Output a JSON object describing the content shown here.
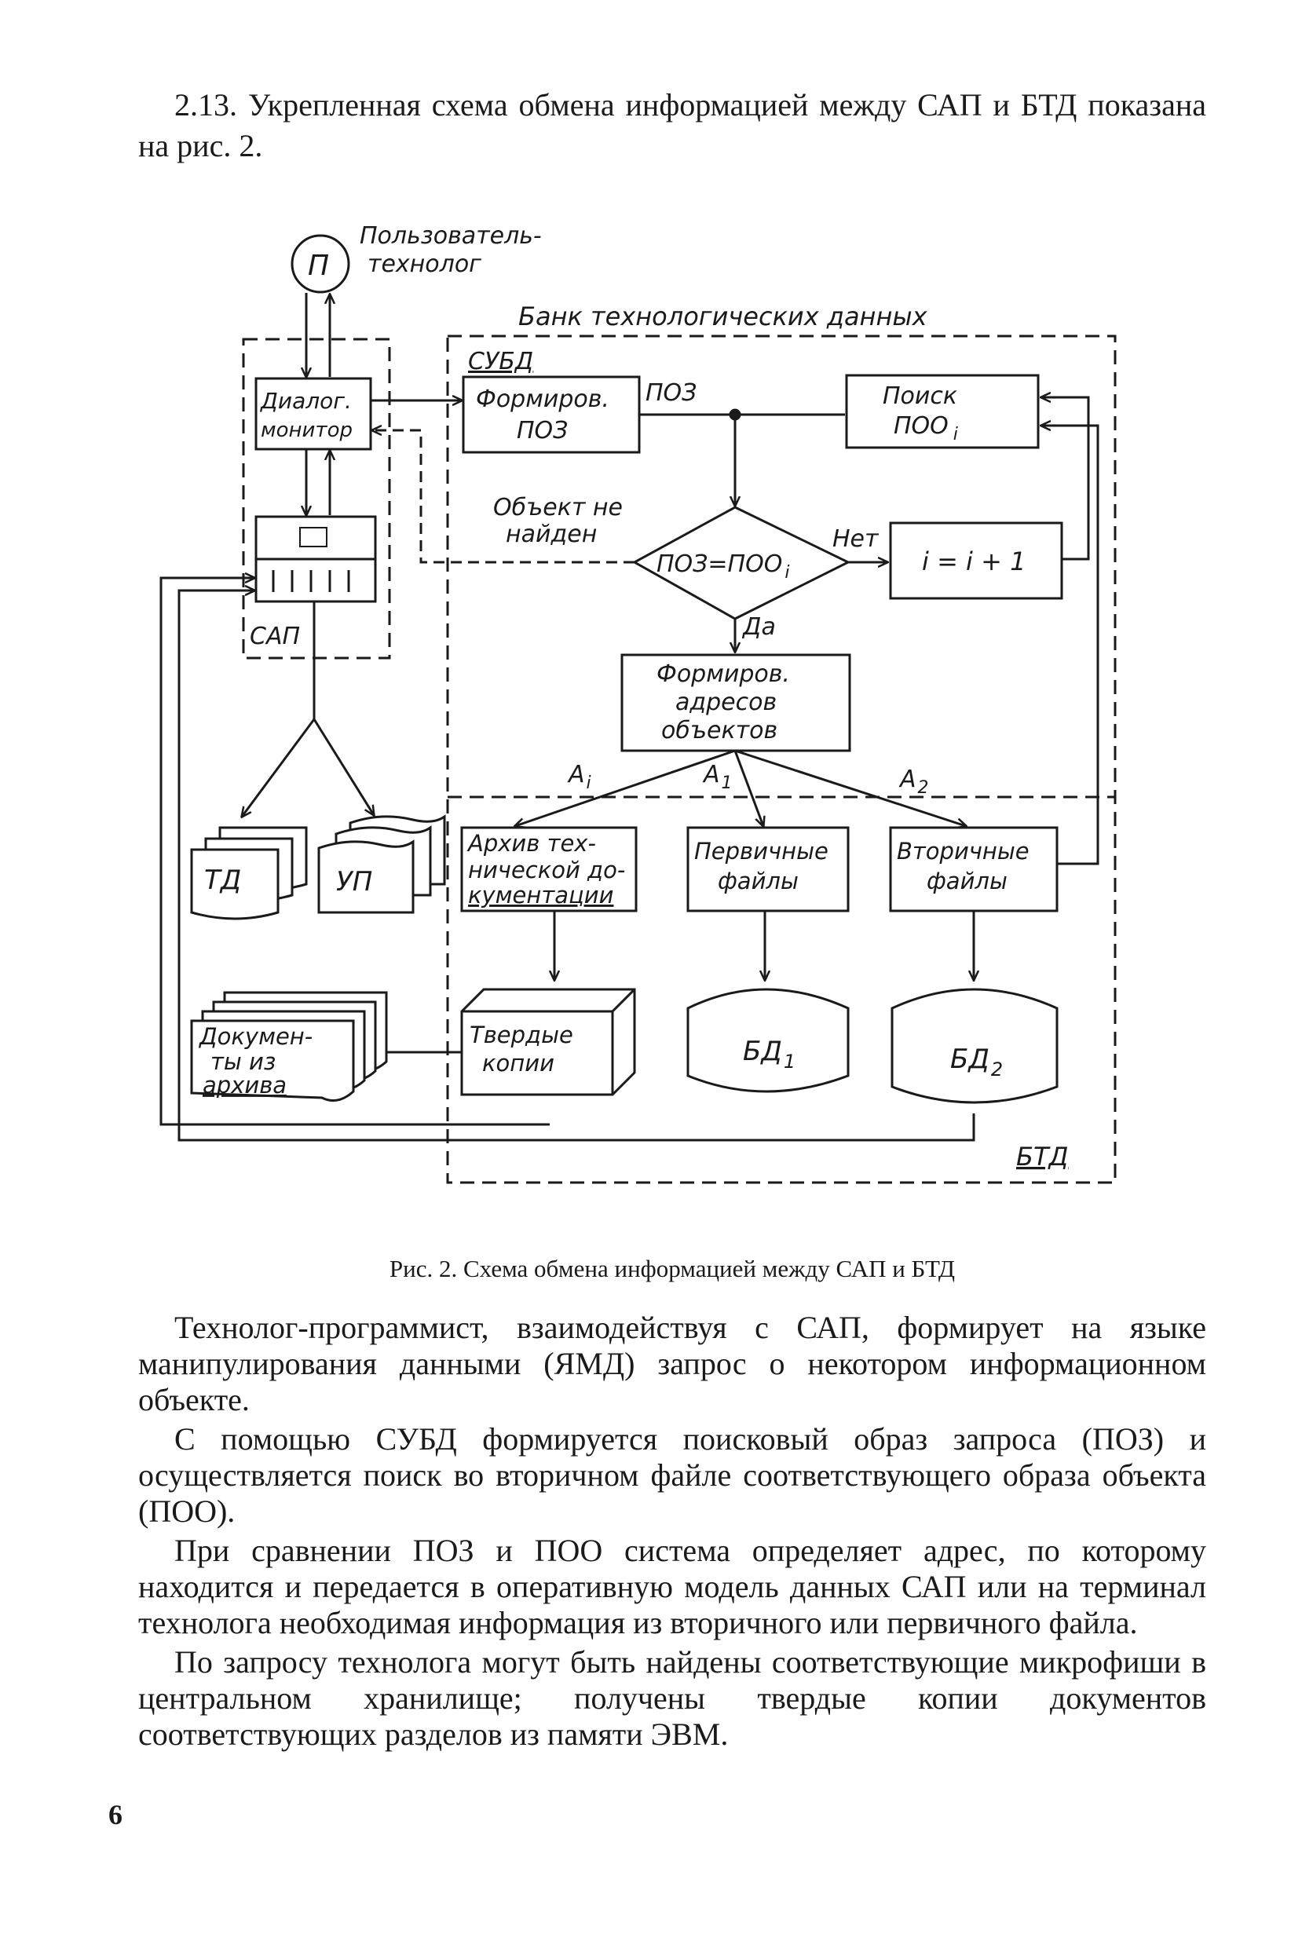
{
  "intro": "2.13. Укрепленная схема обмена информацией между САП и БТД показана на рис. 2.",
  "diagram": {
    "user_circle": "П",
    "user_label_1": "Пользователь-",
    "user_label_2": "технолог",
    "bank_title": "Банк технологических данных",
    "subd": "СУБД",
    "dialog_1": "Диалог.",
    "dialog_2": "монитор",
    "sap": "САП",
    "form_poz_1": "Формиров.",
    "form_poz_2": "ПОЗ",
    "poz": "ПОЗ",
    "search_1": "Поиск",
    "search_2": "ПОО",
    "search_sub": "i",
    "not_found_1": "Объект не",
    "not_found_2": "найден",
    "decision": "ПОЗ=ПОО",
    "decision_sub": "i",
    "no": "Нет",
    "increment": "i = i + 1",
    "yes": "Да",
    "form_addr_1": "Формиров.",
    "form_addr_2": "адресов",
    "form_addr_3": "объектов",
    "a_i": "A",
    "a_i_sub": "i",
    "a_1": "A",
    "a_1_sub": "1",
    "a_2": "A",
    "a_2_sub": "2",
    "archive_1": "Архив тех-",
    "archive_2": "нической до-",
    "archive_3": "кументации",
    "primary_1": "Первичные",
    "primary_2": "файлы",
    "secondary_1": "Вторичные",
    "secondary_2": "файлы",
    "td": "ТД",
    "up": "УП",
    "docs_1": "Докумен-",
    "docs_2": "ты из",
    "docs_3": "архива",
    "hard_1": "Твердые",
    "hard_2": "копии",
    "db1": "БД",
    "db1_sub": "1",
    "db2": "БД",
    "db2_sub": "2",
    "btd": "БТД"
  },
  "caption": "Рис. 2. Схема обмена информацией между САП и БТД",
  "paragraphs": [
    "Технолог-программист, взаимодействуя с САП, формирует на языке манипулирования данными (ЯМД) запрос о некотором информационном объекте.",
    "С помощью СУБД формируется поисковый образ запроса (ПОЗ) и осуществляется поиск во вторичном файле соответствующего образа объекта (ПОО).",
    "При сравнении ПОЗ и ПОО система определяет адрес, по которому находится и передается в оперативную модель данных САП или на терминал технолога необходимая информация из вторичного или первичного файла.",
    "По запросу технолога могут быть найдены соответствующие микрофиши в центральном хранилище; получены твердые копии документов соответствующих разделов из памяти ЭВМ."
  ],
  "page_number": "6"
}
